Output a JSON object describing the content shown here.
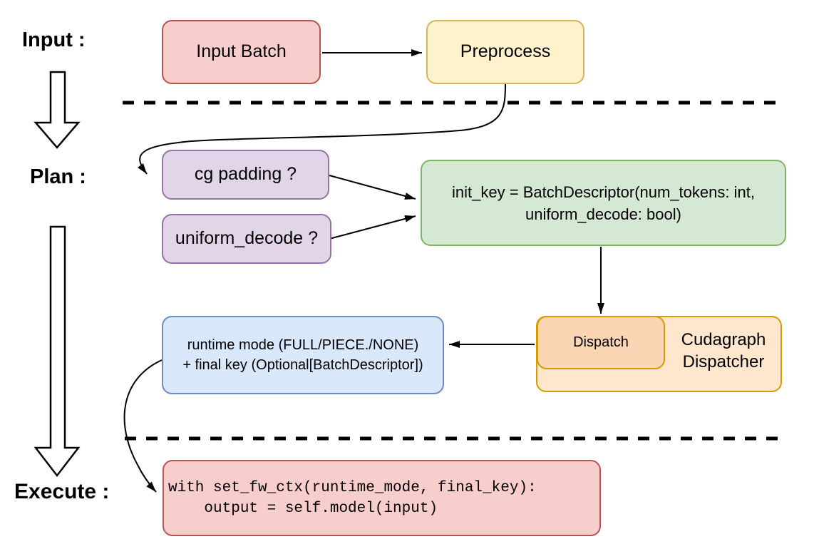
{
  "diagram": {
    "title_hint": "cudagraph dispatch flow",
    "stages": {
      "input_label": "Input :",
      "plan_label": "Plan :",
      "execute_label": "Execute :"
    },
    "nodes": {
      "input_batch": {
        "label": "Input Batch"
      },
      "preprocess": {
        "label": "Preprocess"
      },
      "cg_padding": {
        "label": "cg padding ?"
      },
      "uniform_decode": {
        "label": "uniform_decode ?"
      },
      "init_key": {
        "line1": "init_key = BatchDescriptor(num_tokens: int,",
        "line2": "uniform_decode: bool)"
      },
      "dispatch": {
        "label": "Dispatch"
      },
      "cudagraph_dispatcher": {
        "line1": "Cudagraph",
        "line2": "Dispatcher"
      },
      "runtime_mode": {
        "line1": "runtime mode (FULL/PIECE./NONE)",
        "line2": "+ final key (Optional[BatchDescriptor])"
      },
      "execute_code": {
        "line1": "with set_fw_ctx(runtime_mode, final_key):",
        "line2": "    output = self.model(input)"
      }
    },
    "colors": {
      "red_fill": "#f8cecc",
      "red_stroke": "#b85450",
      "yellow_fill": "#fff2cc",
      "yellow_stroke": "#d6b656",
      "purple_fill": "#e1d5e7",
      "purple_stroke": "#9673a6",
      "green_fill": "#d5e8d4",
      "green_stroke": "#82b366",
      "blue_fill": "#dae8fc",
      "blue_stroke": "#6c8ebf",
      "peach_fill": "#ffe6cc",
      "salmon_fill": "#fcd5b4",
      "orange_stroke": "#d79b00",
      "connector": "#000000",
      "background": "#ffffff",
      "text": "#000000"
    }
  }
}
